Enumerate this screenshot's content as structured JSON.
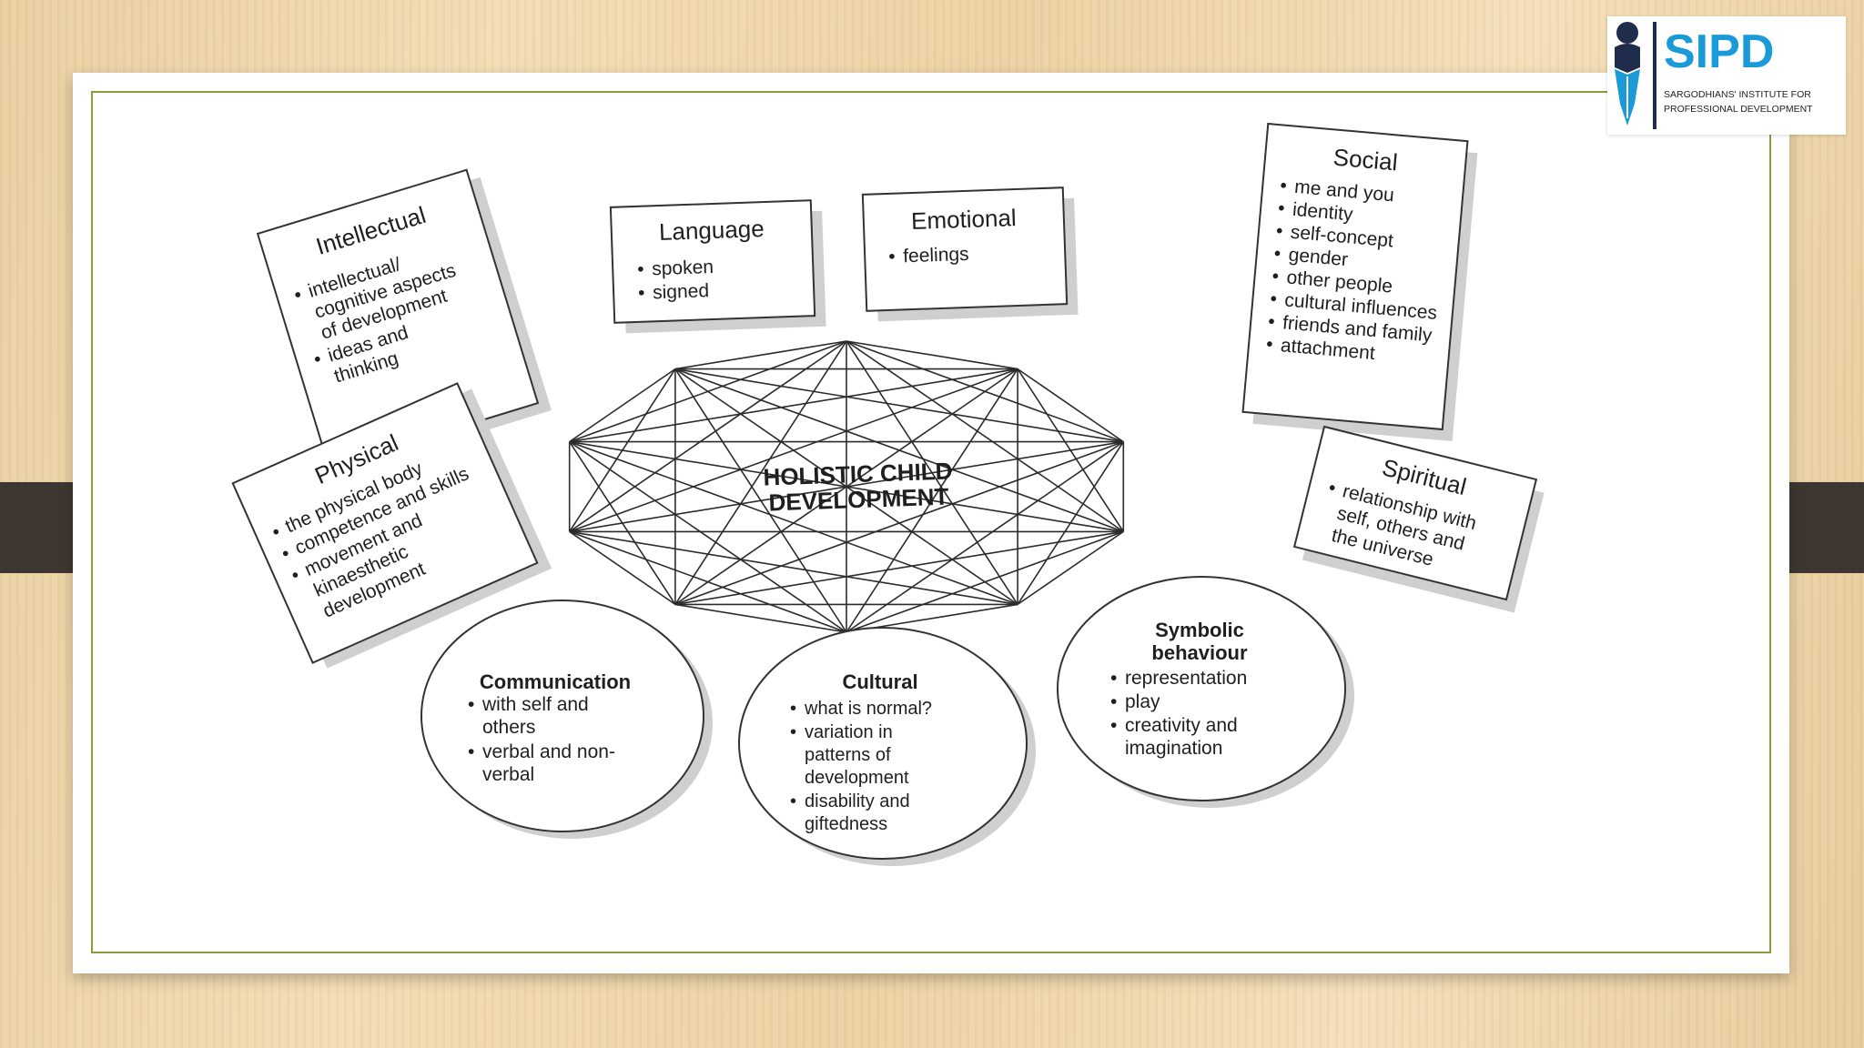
{
  "logo": {
    "acronym": "SIPD",
    "line1": "SARGODHIANS' INSTITUTE FOR",
    "line2": "PROFESSIONAL DEVELOPMENT",
    "icon": "pen-nib-person-icon",
    "color": "#1a9ad8"
  },
  "colors": {
    "frame": "#8a9a3c",
    "side_bars": "#3e3631",
    "ink": "#1f1f1f"
  },
  "diagram": {
    "center": [
      "HOLISTIC CHILD",
      "DEVELOPMENT"
    ],
    "intellectual": {
      "title": "Intellectual",
      "items": [
        "intellectual/",
        "cognitive aspects",
        "of development",
        "ideas and",
        "thinking"
      ]
    },
    "language": {
      "title": "Language",
      "items": [
        "spoken",
        "signed"
      ]
    },
    "emotional": {
      "title": "Emotional",
      "items": [
        "feelings"
      ]
    },
    "social": {
      "title": "Social",
      "items": [
        "me and you",
        "identity",
        "self-concept",
        "gender",
        "other people",
        "cultural influences",
        "friends and family",
        "attachment"
      ]
    },
    "spiritual": {
      "title": "Spiritual",
      "items": [
        "relationship with",
        "self, others and",
        "the universe"
      ]
    },
    "physical": {
      "title": "Physical",
      "items": [
        "the physical body",
        "competence and skills",
        "movement and",
        "kinaesthetic",
        "development"
      ]
    },
    "communication": {
      "title": "Communication",
      "items": [
        "with self and",
        "others",
        "verbal and non-",
        "verbal"
      ]
    },
    "cultural": {
      "title": "Cultural",
      "items": [
        "what is normal?",
        "variation in",
        "patterns of",
        "development",
        "disability and",
        "giftedness"
      ]
    },
    "symbolic": {
      "title": [
        "Symbolic",
        "behaviour"
      ],
      "items": [
        "representation",
        "play",
        "creativity and",
        "imagination"
      ]
    }
  }
}
